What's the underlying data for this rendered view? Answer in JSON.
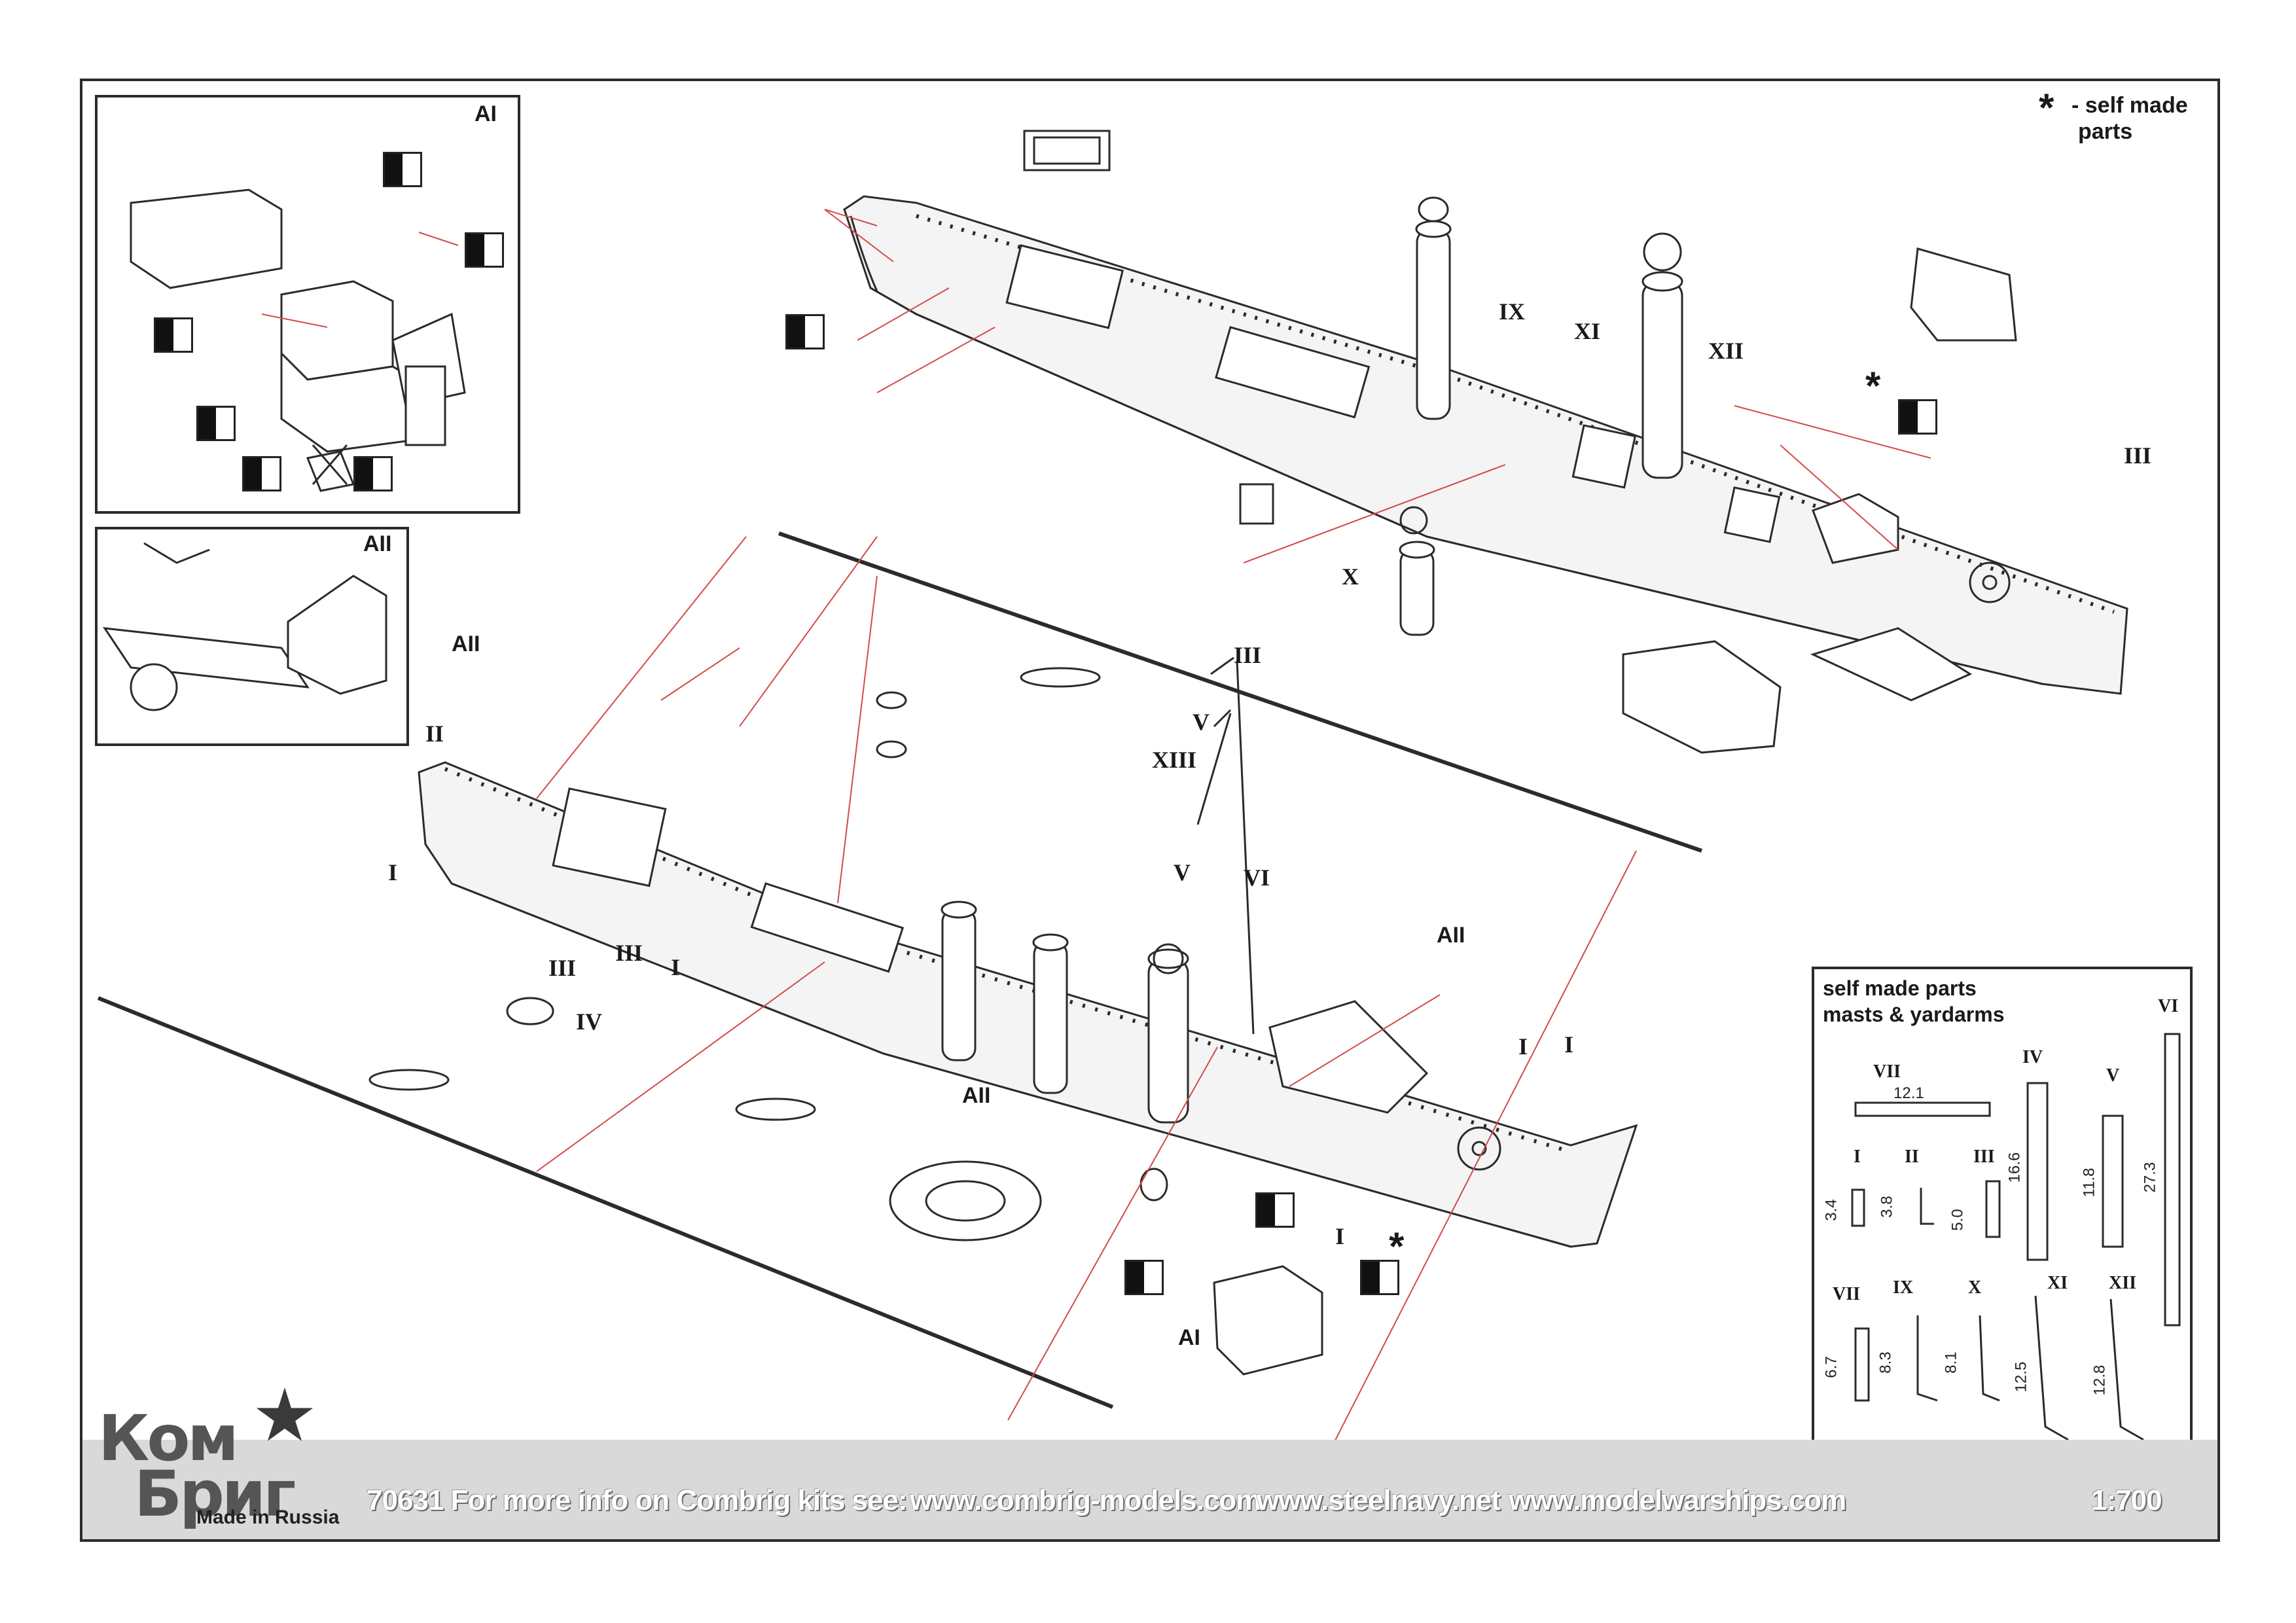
{
  "title_note": {
    "asterisk": "*",
    "text_line1": "- self made",
    "text_line2": "parts"
  },
  "insets": {
    "ai_label": "AI",
    "aii_label": "AII"
  },
  "part_labels": {
    "upper": [
      "IX",
      "XI",
      "XII",
      "X",
      "III"
    ],
    "lower": [
      "AII",
      "II",
      "I",
      "III",
      "III",
      "IV",
      "I",
      "III",
      "V",
      "XIII",
      "V",
      "VI",
      "AII",
      "I",
      "I",
      "AII",
      "AI",
      "I"
    ],
    "asterisks": [
      "*",
      "*"
    ]
  },
  "self_made": {
    "heading_line1": "self made parts",
    "heading_line2": "masts & yardarms",
    "parts": [
      {
        "id": "VII",
        "length": "12.1"
      },
      {
        "id": "IV",
        "length": "16.6"
      },
      {
        "id": "V",
        "length": "11.8"
      },
      {
        "id": "VI",
        "length": "27.3"
      },
      {
        "id": "I",
        "length": "3.4"
      },
      {
        "id": "II",
        "length": "3.8"
      },
      {
        "id": "III",
        "length": "5.0"
      },
      {
        "id": "VII",
        "length": "6.7"
      },
      {
        "id": "IX",
        "length": "8.3"
      },
      {
        "id": "X",
        "length": "8.1"
      },
      {
        "id": "XI",
        "length": "12.5"
      },
      {
        "id": "XII",
        "length": "12.8"
      }
    ]
  },
  "logo": {
    "line1": "Ком",
    "line2": "Бриг",
    "made_in": "Made in Russia"
  },
  "footer": {
    "kit_info": "70631 For more info on Combrig kits see:",
    "url1": "www.combrig-models.com",
    "url2": "www.steelnavy.net",
    "url3": "www.modelwarships.com",
    "scale": "1:700"
  },
  "colors": {
    "line": "#2b2b2b",
    "leader": "#d44a4a",
    "hull": "#f2f2f2",
    "footer_bg": "#d9d9d9"
  }
}
